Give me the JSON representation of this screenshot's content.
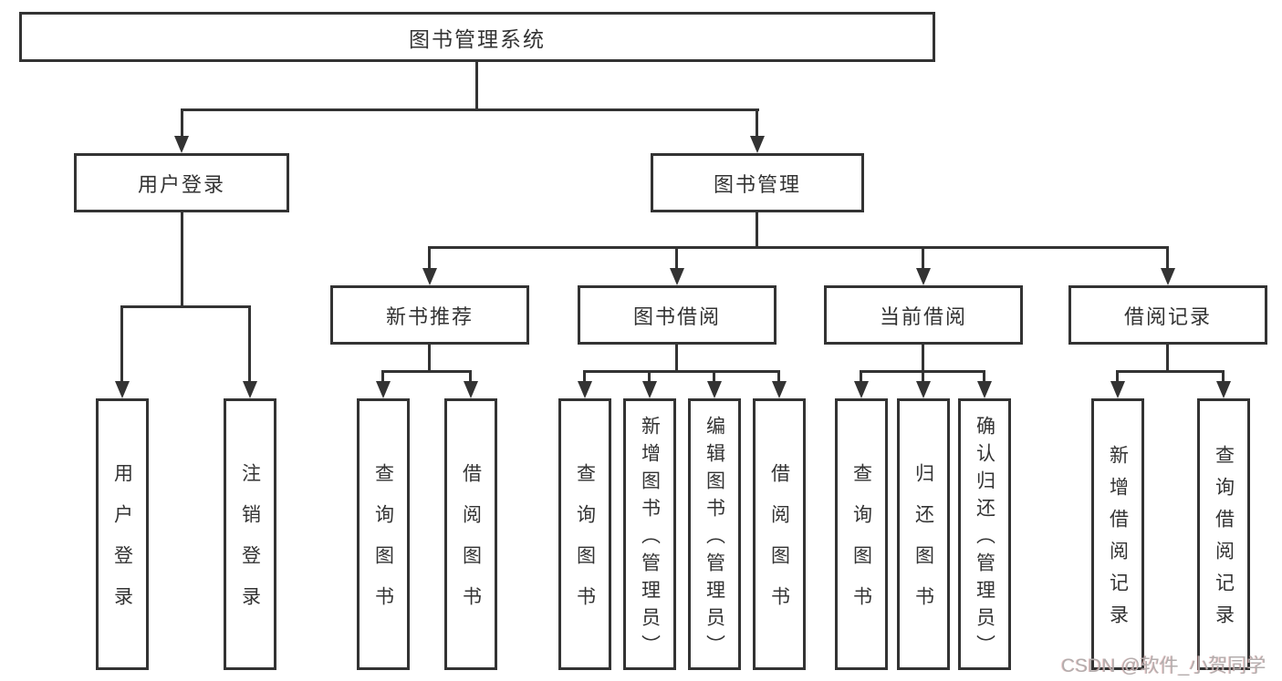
{
  "tree": {
    "root": {
      "label": "图书管理系统",
      "children": [
        {
          "label": "用户登录",
          "children": [
            {
              "label": "用户登录"
            },
            {
              "label": "注销登录"
            }
          ]
        },
        {
          "label": "图书管理",
          "children": [
            {
              "label": "新书推荐",
              "children": [
                {
                  "label": "查询图书"
                },
                {
                  "label": "借阅图书"
                }
              ]
            },
            {
              "label": "图书借阅",
              "children": [
                {
                  "label": "查询图书"
                },
                {
                  "label": "新增图书（管理员）"
                },
                {
                  "label": "编辑图书（管理员）"
                },
                {
                  "label": "借阅图书"
                }
              ]
            },
            {
              "label": "当前借阅",
              "children": [
                {
                  "label": "查询图书"
                },
                {
                  "label": "归还图书"
                },
                {
                  "label": "确认归还（管理员）"
                }
              ]
            },
            {
              "label": "借阅记录",
              "children": [
                {
                  "label": "新增借阅记录"
                },
                {
                  "label": "查询借阅记录"
                }
              ]
            }
          ]
        }
      ]
    }
  },
  "watermark": {
    "text": "CSDN @软件_小贺同学"
  },
  "colors": {
    "line": "#333333",
    "text": "#333333",
    "background": "#ffffff",
    "watermark": "#b3adad"
  }
}
